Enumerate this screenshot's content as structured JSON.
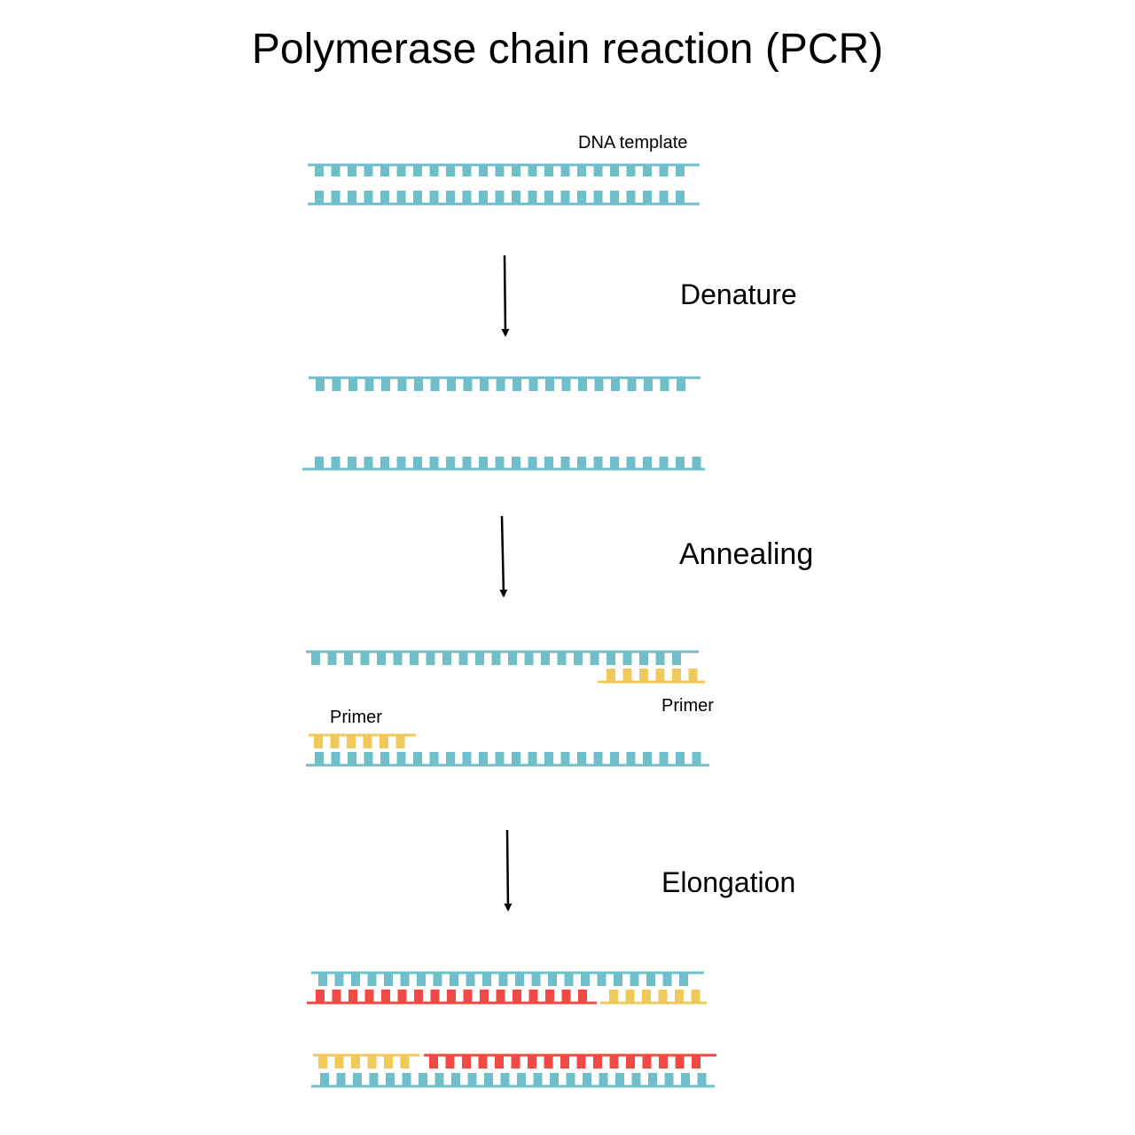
{
  "title": "Polymerase chain reaction (PCR)",
  "labels": {
    "dna_template": "DNA template",
    "denature": "Denature",
    "annealing": "Annealing",
    "elongation": "Elongation",
    "primer_right": "Primer",
    "primer_left": "Primer"
  },
  "colors": {
    "template": "#6fbfcb",
    "primer": "#f0c95a",
    "new_strand": "#ef4a44",
    "arrow": "#000000",
    "text": "#000000"
  },
  "steps": [
    "Denature",
    "Annealing",
    "Elongation"
  ]
}
